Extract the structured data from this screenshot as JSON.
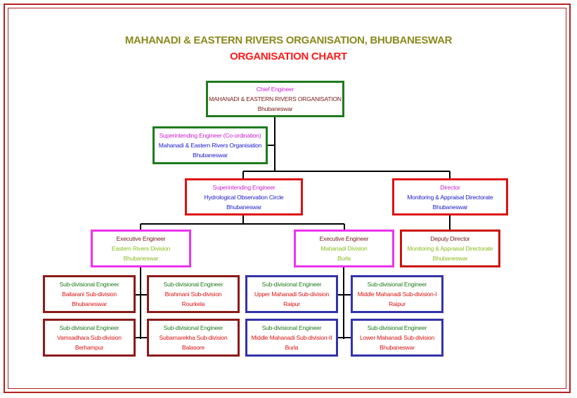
{
  "title": "MAHANADI & EASTERN RIVERS ORGANISATION, BHUBANESWAR",
  "subtitle": "ORGANISATION CHART",
  "colors": {
    "frame": "#b22222",
    "green_border": "#1e7b1e",
    "red_border": "#dd1111",
    "magenta_border": "#ee33ee",
    "maroon_border": "#8b1a1a",
    "blue_border": "#3333aa"
  },
  "nodes": {
    "chief": {
      "role": "Chief Engineer",
      "office": "MAHANADI & EASTERN RIVERS ORGANISATION",
      "place": "Bhubaneswar"
    },
    "se_coord": {
      "role": "Superintending Engineer (Co-ordination)",
      "office": "Mahanadi & Eastern Rivers Organisation",
      "place": "Bhubaneswar"
    },
    "se_hoc": {
      "role": "Superintending Engineer",
      "office": "Hydrological Observation Circle",
      "place": "Bhubaneswar"
    },
    "director": {
      "role": "Director",
      "office": "Monitoring & Appraisal Directorate",
      "place": "Bhubaneswar"
    },
    "ee_erd": {
      "role": "Executive Engineer",
      "office": "Eastern Rivers Division",
      "place": "Bhubaneswar"
    },
    "ee_md": {
      "role": "Executive Engineer",
      "office": "Mahanadi Division",
      "place": "Burla"
    },
    "deputy": {
      "role": "Deputy Director",
      "office": "Monitoring & Appraisal Directorate",
      "place": "Bhubaneswar"
    },
    "sde_baitarani": {
      "role": "Sub-divisional Engineer",
      "office": "Baitarani Sub-division",
      "place": "Bhubaneswar"
    },
    "sde_brahmani": {
      "role": "Sub-divisional Engineer",
      "office": "Brahmani Sub-division",
      "place": "Rourkela"
    },
    "sde_vamsadhara": {
      "role": "Sub-divisional Engineer",
      "office": "Vamsadhara Sub-division",
      "place": "Berhampur"
    },
    "sde_subarnarekha": {
      "role": "Sub-divisional Engineer",
      "office": "Subarnarekha Sub-division",
      "place": "Balasore"
    },
    "sde_upper": {
      "role": "Sub-divisional Engineer",
      "office": "Upper Mahanadi Sub-division",
      "place": "Raipur"
    },
    "sde_middle1": {
      "role": "Sub-divisional Engineer",
      "office": "Middle Mahanadi Sub-division-I",
      "place": "Raipur"
    },
    "sde_middle2": {
      "role": "Sub-divisional Engineer",
      "office": "Middle Mahanadi Sub-division-II",
      "place": "Burla"
    },
    "sde_lower": {
      "role": "Sub-divisional Engineer",
      "office": "Lower Mahanadi Sub-division",
      "place": "Bhubaneswar"
    }
  }
}
